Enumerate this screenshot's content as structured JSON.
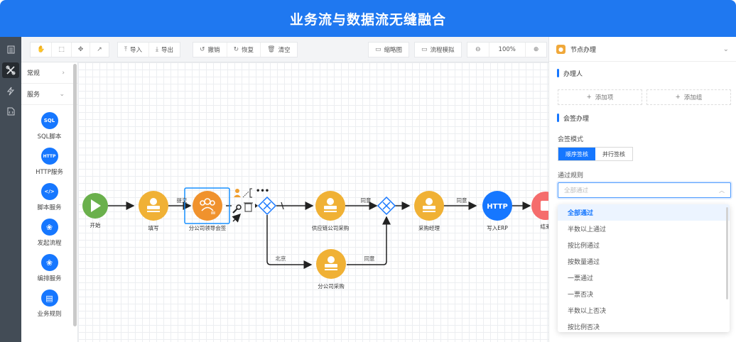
{
  "banner": {
    "title": "业务流与数据流无缝融合"
  },
  "iconbar": {
    "items": [
      {
        "name": "document-icon",
        "glyph": "▤"
      },
      {
        "name": "flow-design-icon",
        "glyph": "⚭"
      },
      {
        "name": "lightning-icon",
        "glyph": "ϟ"
      },
      {
        "name": "code-file-icon",
        "glyph": "⎘"
      }
    ]
  },
  "toolbar": {
    "tools": [
      {
        "name": "hand-tool",
        "glyph": "✋"
      },
      {
        "name": "select-tool",
        "glyph": "⬚"
      },
      {
        "name": "move-tool",
        "glyph": "✥"
      },
      {
        "name": "connect-tool",
        "glyph": "⤴"
      }
    ],
    "import_label": "导入",
    "export_label": "导出",
    "undo_label": "撤销",
    "redo_label": "恢复",
    "clear_label": "清空",
    "thumbnail_label": "缩略图",
    "simulate_label": "流程模拟",
    "zoom_value": "100%"
  },
  "palette": {
    "categories": [
      {
        "label": "常规"
      },
      {
        "label": "服务"
      }
    ],
    "items": [
      {
        "label": "SQL脚本",
        "icon": "SQL"
      },
      {
        "label": "HTTP服务",
        "icon": "HTTP"
      },
      {
        "label": "脚本服务",
        "icon": "</>"
      },
      {
        "label": "发起流程",
        "icon": "❀"
      },
      {
        "label": "编排服务",
        "icon": "❀"
      },
      {
        "label": "业务规则",
        "icon": "▤"
      }
    ]
  },
  "canvas": {
    "nodes": [
      {
        "id": "start",
        "label": "开始",
        "color": "#6ab04c"
      },
      {
        "id": "fill",
        "label": "填写",
        "color": "#f0b135"
      },
      {
        "id": "branch-sign",
        "label": "分公司领导会签",
        "color": "#f0922d"
      },
      {
        "id": "supply",
        "label": "供应链公司采购",
        "color": "#f0b135"
      },
      {
        "id": "branch-buy",
        "label": "分公司采购",
        "color": "#f0b135"
      },
      {
        "id": "manager",
        "label": "采购经理",
        "color": "#f0b135"
      },
      {
        "id": "erp",
        "label": "写入ERP",
        "color": "#1677ff",
        "text": "HTTP"
      },
      {
        "id": "end",
        "label": "结束",
        "color": "#f56c6c"
      }
    ],
    "edges": [
      {
        "label": "提交"
      },
      {
        "label": "同意"
      },
      {
        "label": "同意"
      },
      {
        "label": "北京"
      },
      {
        "label": "同意"
      }
    ],
    "context_menu_more": "•••"
  },
  "panel": {
    "title": "节点办理",
    "handler_section": "办理人",
    "add_item": "添加项",
    "add_group": "添加组",
    "countersign_section": "会签办理",
    "mode_label": "会签模式",
    "modes": [
      {
        "label": "顺序签核",
        "active": true
      },
      {
        "label": "并行签核",
        "active": false
      }
    ],
    "rule_label": "通过规则",
    "rule_placeholder": "全部通过",
    "rule_options": [
      {
        "label": "全部通过",
        "selected": true
      },
      {
        "label": "半数以上通过"
      },
      {
        "label": "按比例通过"
      },
      {
        "label": "按数量通过"
      },
      {
        "label": "一票通过"
      },
      {
        "label": "一票否决"
      },
      {
        "label": "半数以上否决"
      },
      {
        "label": "按比例否决"
      }
    ]
  }
}
